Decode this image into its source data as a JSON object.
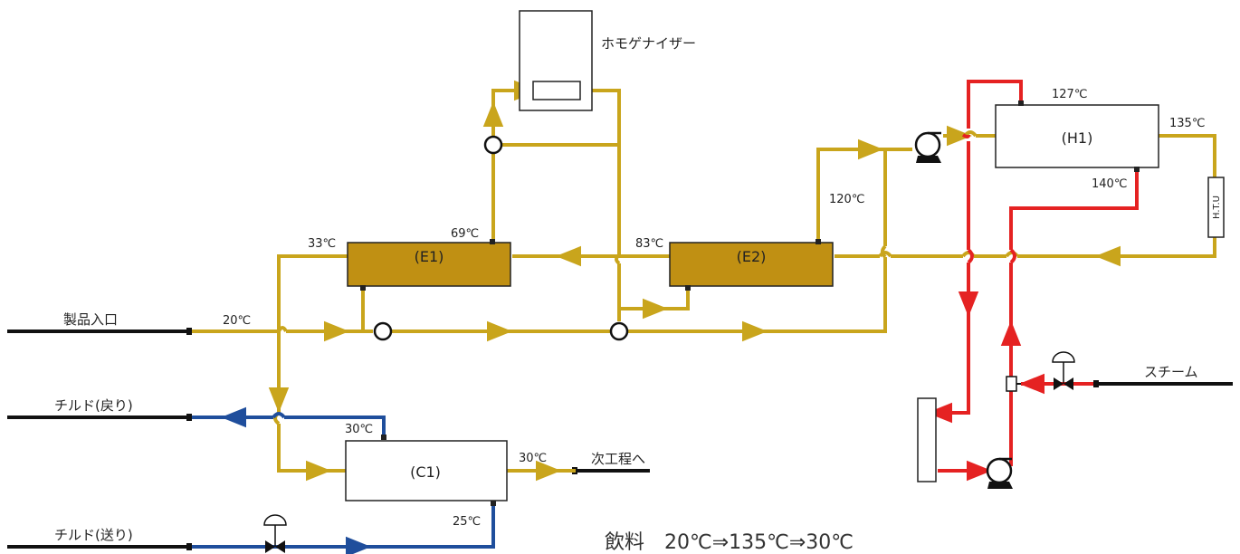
{
  "labels": {
    "homogenizer": "ホモゲナイザー",
    "product_inlet": "製品入口",
    "chilled_return": "チルド(戻り)",
    "chilled_supply": "チルド(送り)",
    "steam": "スチーム",
    "next_process": "次工程へ",
    "htu": "H.T.U",
    "caption": "飲料　20℃⇒135℃⇒30℃"
  },
  "units": {
    "e1": "(E1)",
    "e2": "(E2)",
    "h1": "(H1)",
    "c1": "(C1)"
  },
  "temperatures": {
    "t_inlet": "20℃",
    "t_e1_left": "33℃",
    "t_e1_top": "69℃",
    "t_e2_left": "83℃",
    "t_e2_top": "120℃",
    "t_h1_top": "127℃",
    "t_h1_right": "135℃",
    "t_h1_bottom": "140℃",
    "t_c1_top": "30℃",
    "t_c1_out": "30℃",
    "t_c1_bottom": "25℃"
  },
  "colors": {
    "product_line": "#c9a51c",
    "steam_line": "#e52222",
    "chill_line": "#1f4e9c",
    "heat_exchanger_fill": "#c09013",
    "black_line": "#111111"
  }
}
